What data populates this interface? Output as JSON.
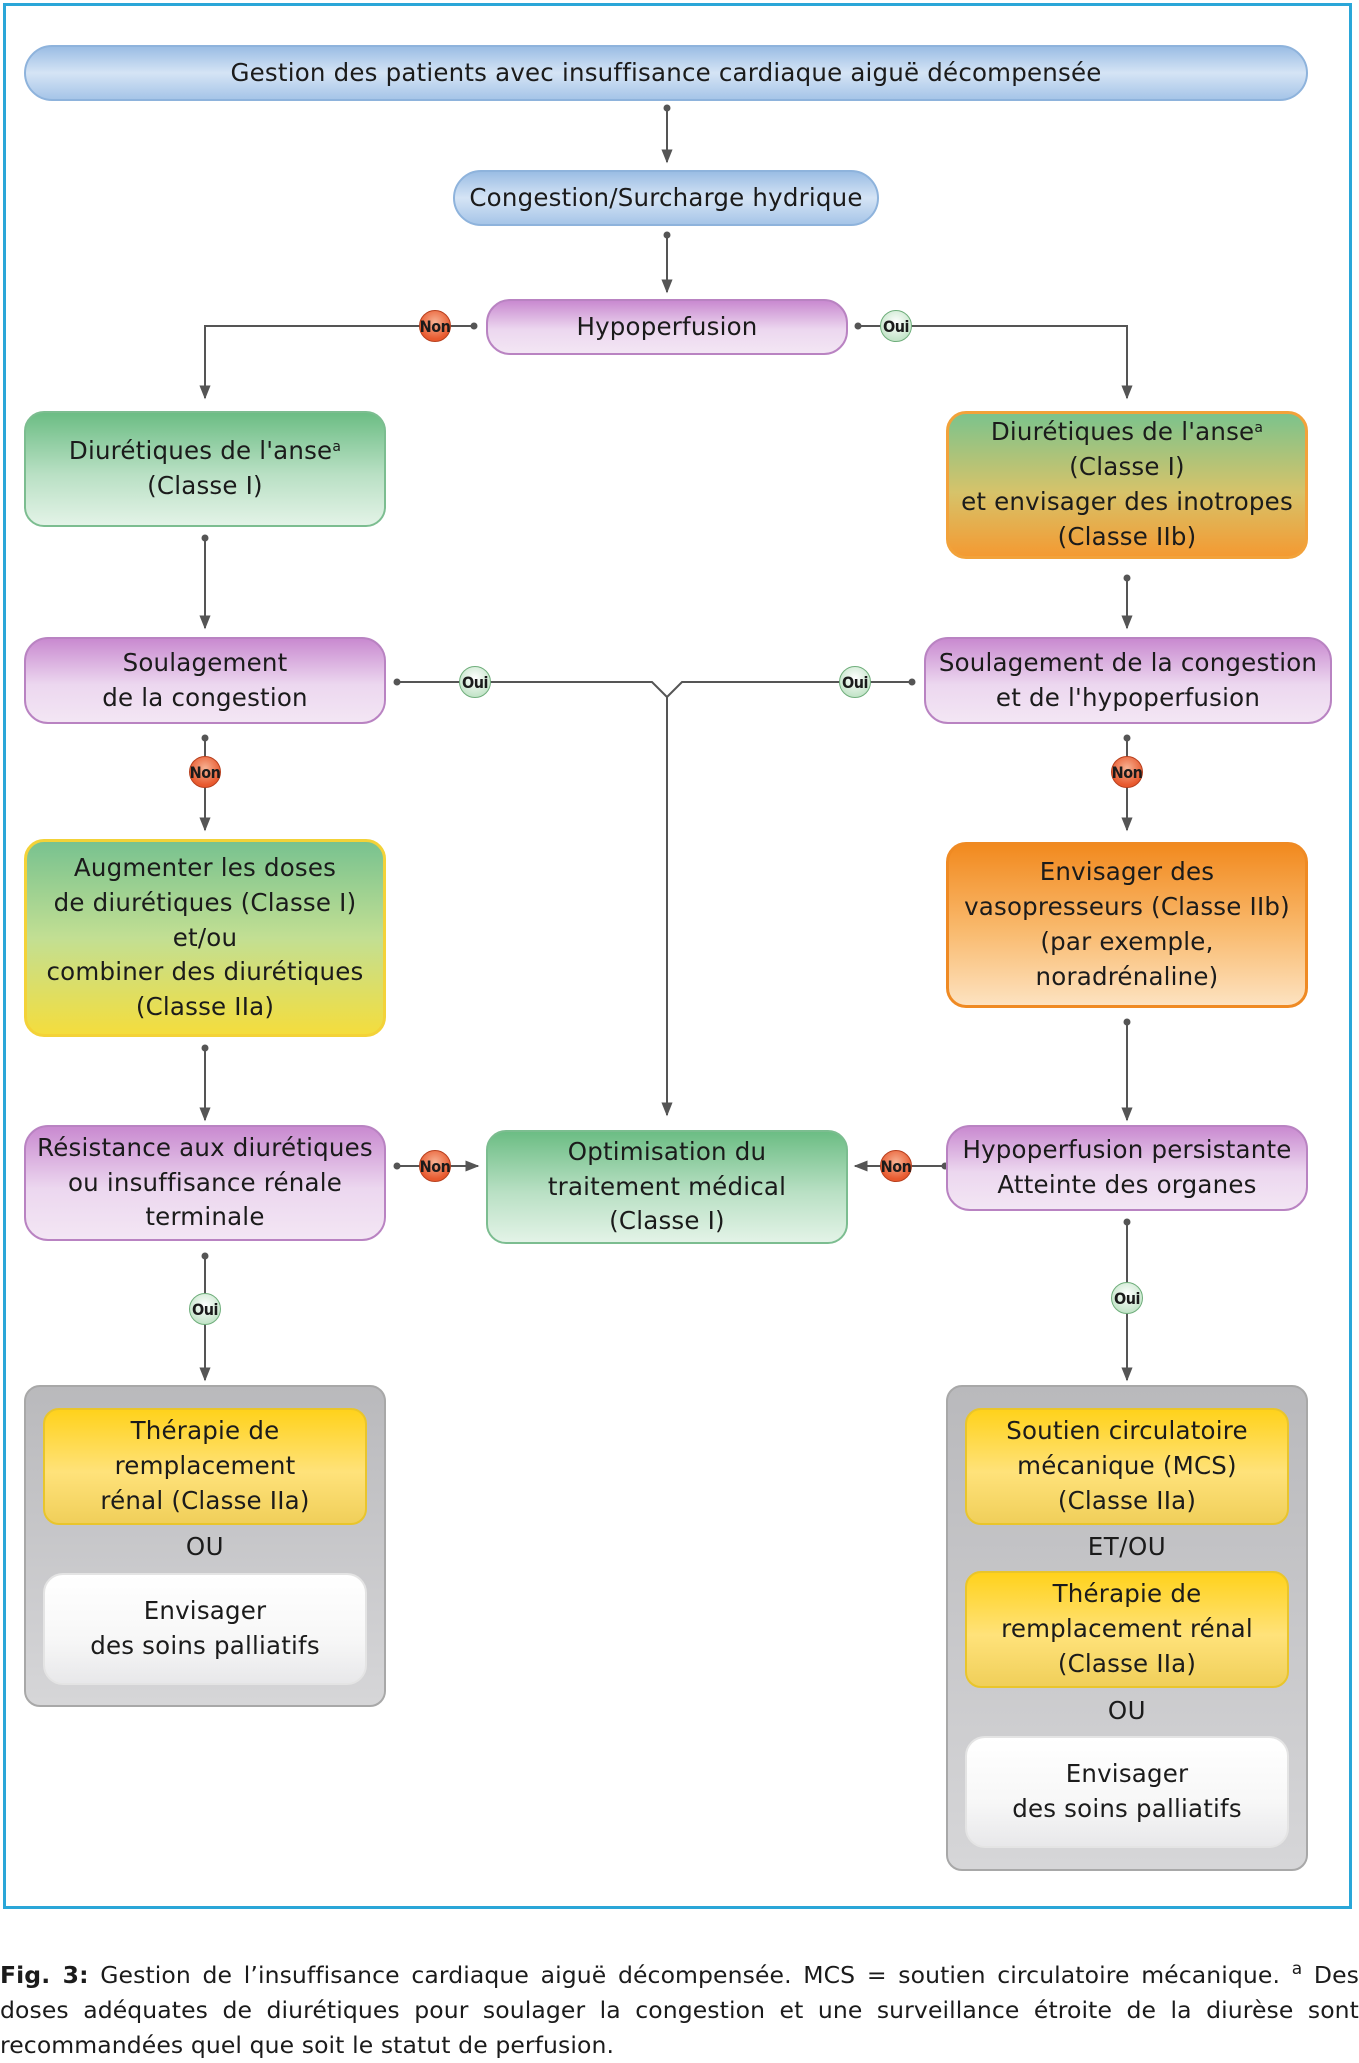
{
  "nodes": {
    "title": "Gestion des patients avec insuffisance cardiaque aiguë décompensée",
    "congestion": "Congestion/Surcharge hydrique",
    "hypoperfusion": "Hypoperfusion",
    "left_diuretics_main": "Diurétiques de l'anse",
    "left_diuretics_sup": "a",
    "left_diuretics_rest": "(Classe I)",
    "right_diuretics_main": "Diurétiques de l'anse",
    "right_diuretics_sup": "a",
    "right_diuretics_rest": "(Classe I)\net envisager des inotropes\n(Classe IIb)",
    "left_relief": "Soulagement\nde la congestion",
    "right_relief": "Soulagement de la congestion\net de l'hypoperfusion",
    "left_increase": "Augmenter les doses\nde diurétiques (Classe I)\net/ou\ncombiner des diurétiques\n(Classe IIa)",
    "right_vasopressors": "Envisager des\nvasopresseurs (Classe IIb)\n(par exemple,\nnoradrénaline)",
    "left_resistance": "Résistance aux diurétiques\nou insuffisance rénale\nterminale",
    "center_optimisation": "Optimisation du\ntraitement médical\n(Classe I)",
    "right_persistent": "Hypoperfusion persistante\nAtteinte des organes",
    "left_renal_therapy": "Thérapie de\nremplacement\nrénal (Classe IIa)",
    "left_or": "OU",
    "left_palliative": "Envisager\ndes soins palliatifs",
    "right_mcs": "Soutien circulatoire\nmécanique (MCS)\n(Classe IIa)",
    "right_and_or": "ET/OU",
    "right_renal_therapy": "Thérapie de\nremplacement rénal\n(Classe IIa)",
    "right_or": "OU",
    "right_palliative": "Envisager\ndes soins palliatifs"
  },
  "badges": {
    "non": "Non",
    "oui": "Oui"
  },
  "colors": {
    "frame": "#2aa6d8",
    "arrow": "#555555"
  },
  "caption": {
    "label": "Fig. 3:",
    "text1": " Gestion de l’insuffisance cardiaque aiguë décompensée. MCS = soutien circulatoire mécanique. ",
    "sup": "a",
    "text2": " Des doses adéquates de diurétiques pour soulager la congestion et une surveillance étroite de la diurèse sont recommandées quel que soit le statut de perfusion."
  }
}
